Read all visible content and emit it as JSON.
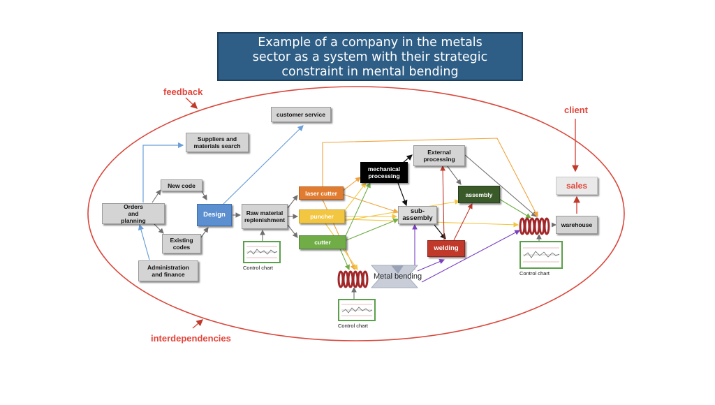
{
  "title": {
    "line1": "Example of a company in the metals",
    "line2": "sector as a system with their strategic",
    "line3": "constraint in mental bending"
  },
  "labels": {
    "feedback": "feedback",
    "client": "client",
    "interdependencies": "interdependencies"
  },
  "nodes": {
    "customer_service": "customer service",
    "suppliers": "Suppliers and materials search",
    "new_code": "New code",
    "orders": "Orders and planning",
    "design": "Design",
    "existing_codes": "Existing codes",
    "administration": "Administration and finance",
    "raw_material": "Raw material replenishment",
    "laser_cutter": "laser cutter",
    "puncher": "puncher",
    "cutter": "cutter",
    "mechanical_processing": "mechanical processing",
    "external_processing": "External processing",
    "sub_assembly": "sub-assembly",
    "assembly": "assembly",
    "welding": "welding",
    "sales": "sales",
    "warehouse": "warehouse",
    "metal_bending": "Metal bending"
  },
  "control_chart_label": "Control chart",
  "colors": {
    "ellipse": "#d9473b",
    "arrow_gray": "#6f6f6f",
    "arrow_blue": "#6a9fd8",
    "arrow_orange": "#f0a23a",
    "arrow_yellow": "#f3c642",
    "arrow_green": "#70ad47",
    "arrow_purple": "#7a3fc0",
    "arrow_red": "#c0392b",
    "arrow_black": "#111111",
    "coil": "#a0282a"
  }
}
